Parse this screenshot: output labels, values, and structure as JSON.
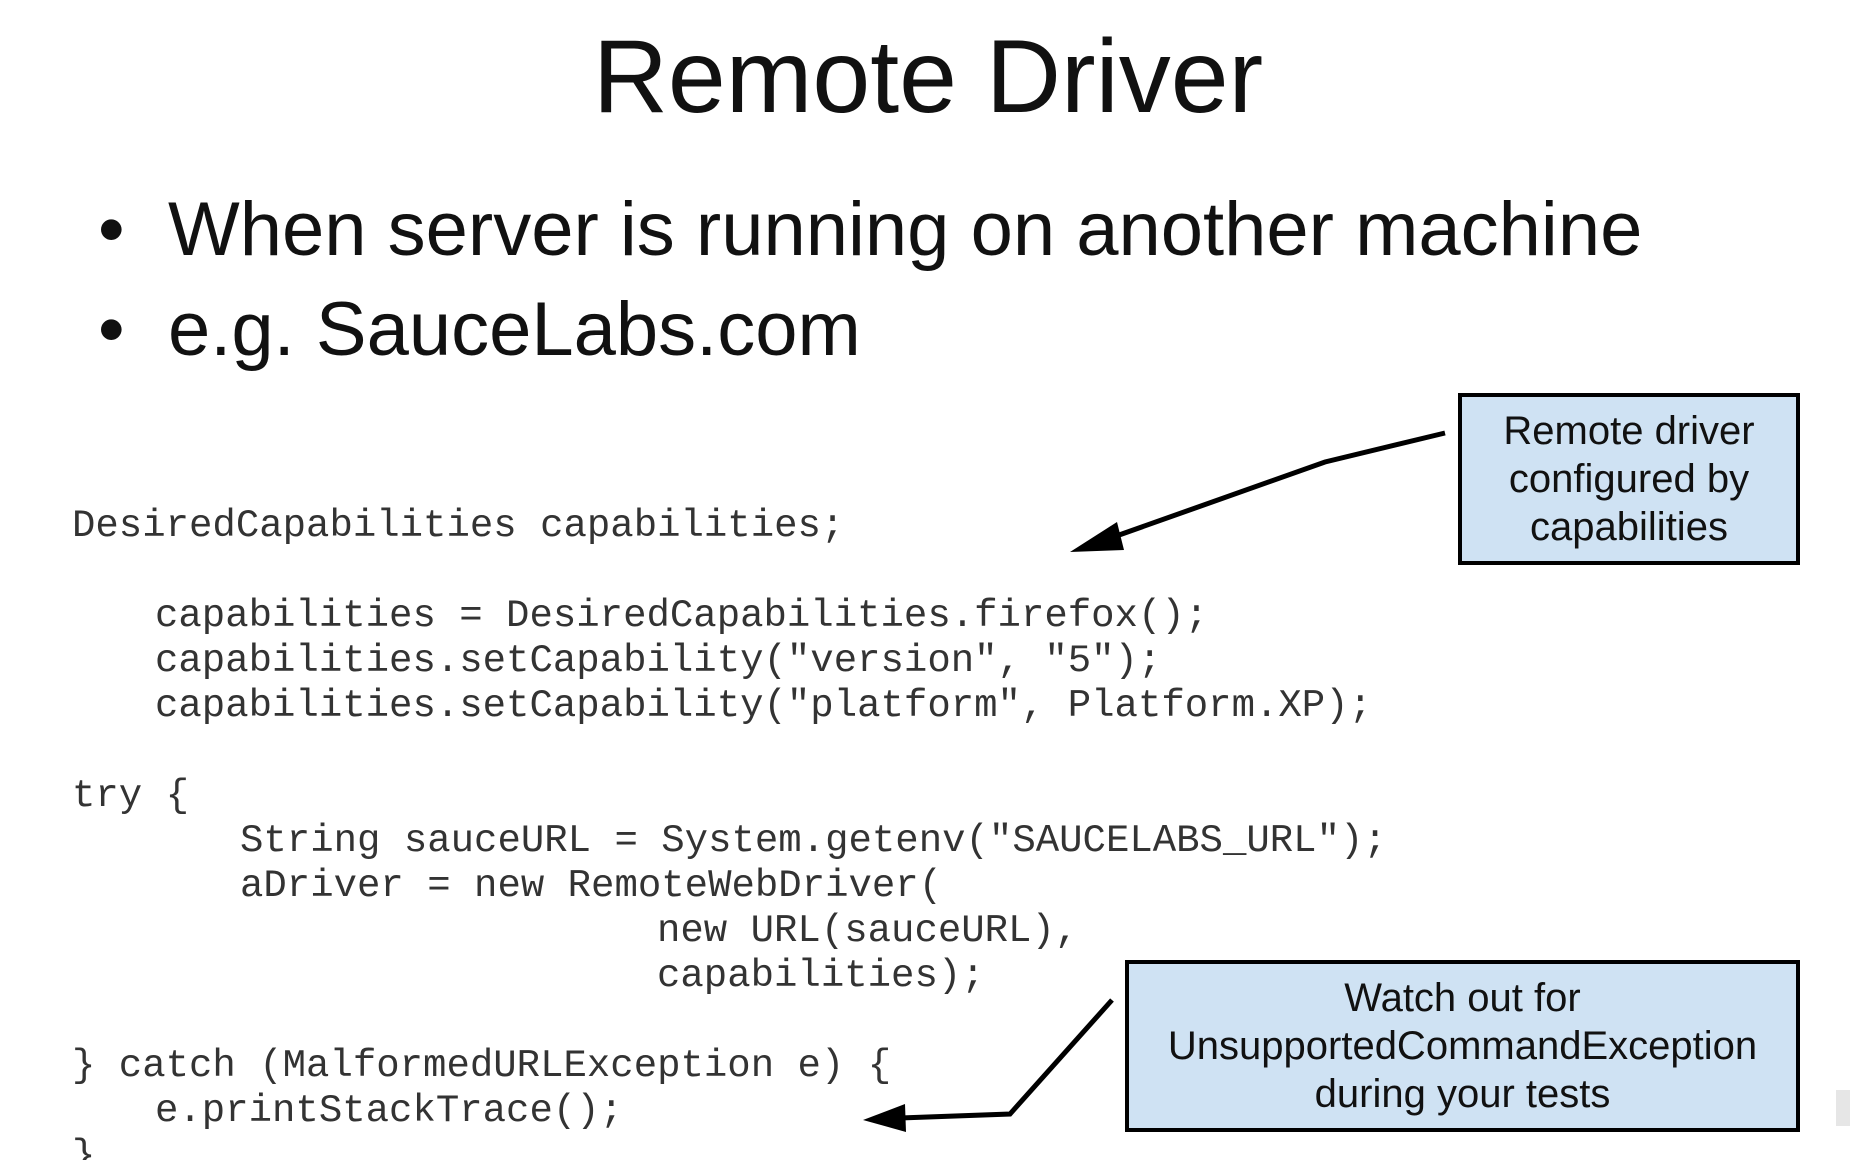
{
  "slide": {
    "title": "Remote Driver",
    "bullets": [
      "When server is running on another machine",
      "e.g. SauceLabs.com"
    ],
    "bullet_glyph": "•",
    "code_lines": [
      "DesiredCapabilities capabilities;",
      "capabilities = DesiredCapabilities.firefox();",
      "capabilities.setCapability(\"version\", \"5\");",
      "capabilities.setCapability(\"platform\", Platform.XP);",
      "try {",
      "String sauceURL = System.getenv(\"SAUCELABS_URL\");",
      "aDriver = new RemoteWebDriver(",
      "new URL(sauceURL),",
      "capabilities);",
      "} catch (MalformedURLException e) {",
      "e.printStackTrace();",
      "}"
    ],
    "callouts": {
      "capabilities_note": [
        "Remote driver",
        "configured by",
        "capabilities"
      ],
      "exception_note": [
        "Watch out for",
        "UnsupportedCommandException",
        "during your tests"
      ]
    },
    "colors": {
      "callout_fill": "#cfe2f3",
      "callout_border": "#000000",
      "code_text": "#333333",
      "text": "#111111"
    }
  }
}
